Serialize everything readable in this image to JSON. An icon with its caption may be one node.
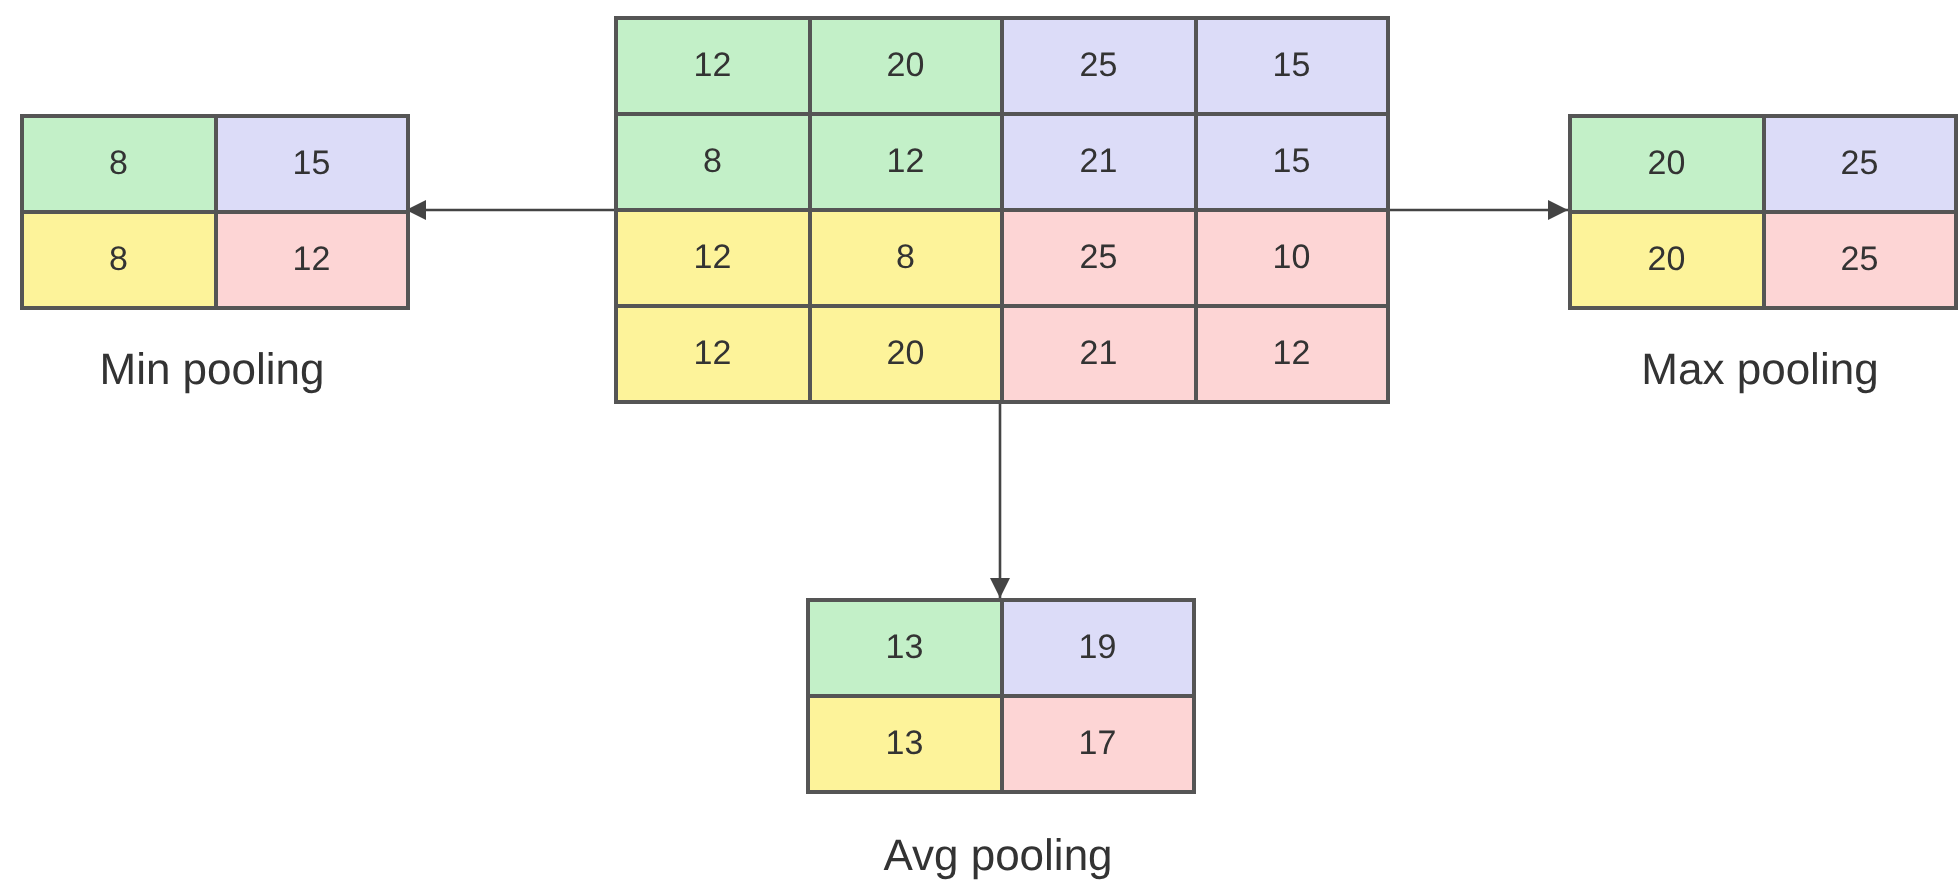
{
  "diagram": {
    "nodes": [
      {
        "text": [
          "12",
          "20",
          "25",
          "15",
          "8",
          "12",
          "21",
          "15",
          "12",
          "8",
          "25",
          "10",
          "12",
          "20",
          "21",
          "12"
        ]
      },
      {
        "text": [
          "8",
          "15",
          "8",
          "12"
        ],
        "beside": [
          "Min pooling"
        ]
      },
      {
        "text": [
          "20",
          "25",
          "20",
          "25"
        ],
        "beside": [
          "Max pooling"
        ]
      },
      {
        "text": [
          "13",
          "19",
          "13",
          "17"
        ],
        "beside": [
          "Avg pooling"
        ]
      }
    ],
    "edges": [
      {
        "from": 0,
        "to": 1,
        "arrow": "to"
      },
      {
        "from": 0,
        "to": 2,
        "arrow": "to"
      },
      {
        "from": 0,
        "to": 3,
        "arrow": "to"
      }
    ]
  }
}
